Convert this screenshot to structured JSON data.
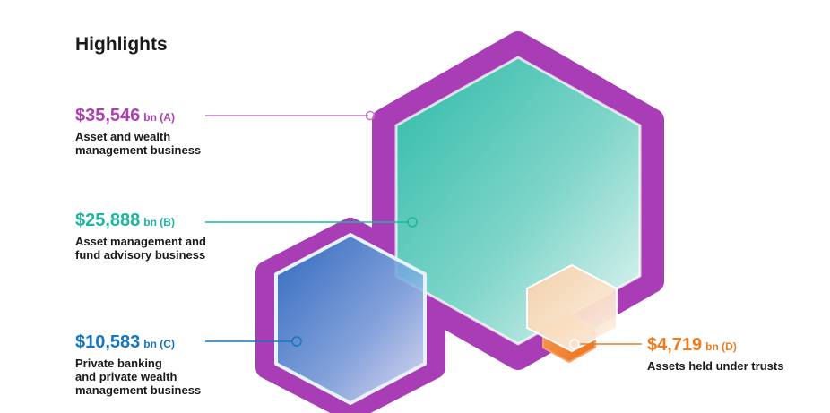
{
  "title": "Highlights",
  "items": [
    {
      "id": "a",
      "value": "$35,546",
      "unit": "bn (A)",
      "description": [
        "Asset and wealth",
        "management business"
      ],
      "color": "#b13fb4"
    },
    {
      "id": "b",
      "value": "$25,888",
      "unit": "bn (B)",
      "description": [
        "Asset management and",
        "fund advisory business"
      ],
      "color": "#1fb5a0"
    },
    {
      "id": "c",
      "value": "$10,583",
      "unit": "bn (C)",
      "description": [
        "Private banking",
        "and private wealth",
        "management business"
      ],
      "color": "#1477c0"
    },
    {
      "id": "d",
      "value": "$4,719",
      "unit": "bn (D)",
      "description": [
        "Assets held under trusts"
      ],
      "color": "#ef7b1e"
    }
  ],
  "colors": {
    "outline_purple": "#a93db5",
    "teal": "#35bfae",
    "blue": "#2f7fcb",
    "orange": "#f08a3c",
    "title_text": "#1a1a1a"
  }
}
